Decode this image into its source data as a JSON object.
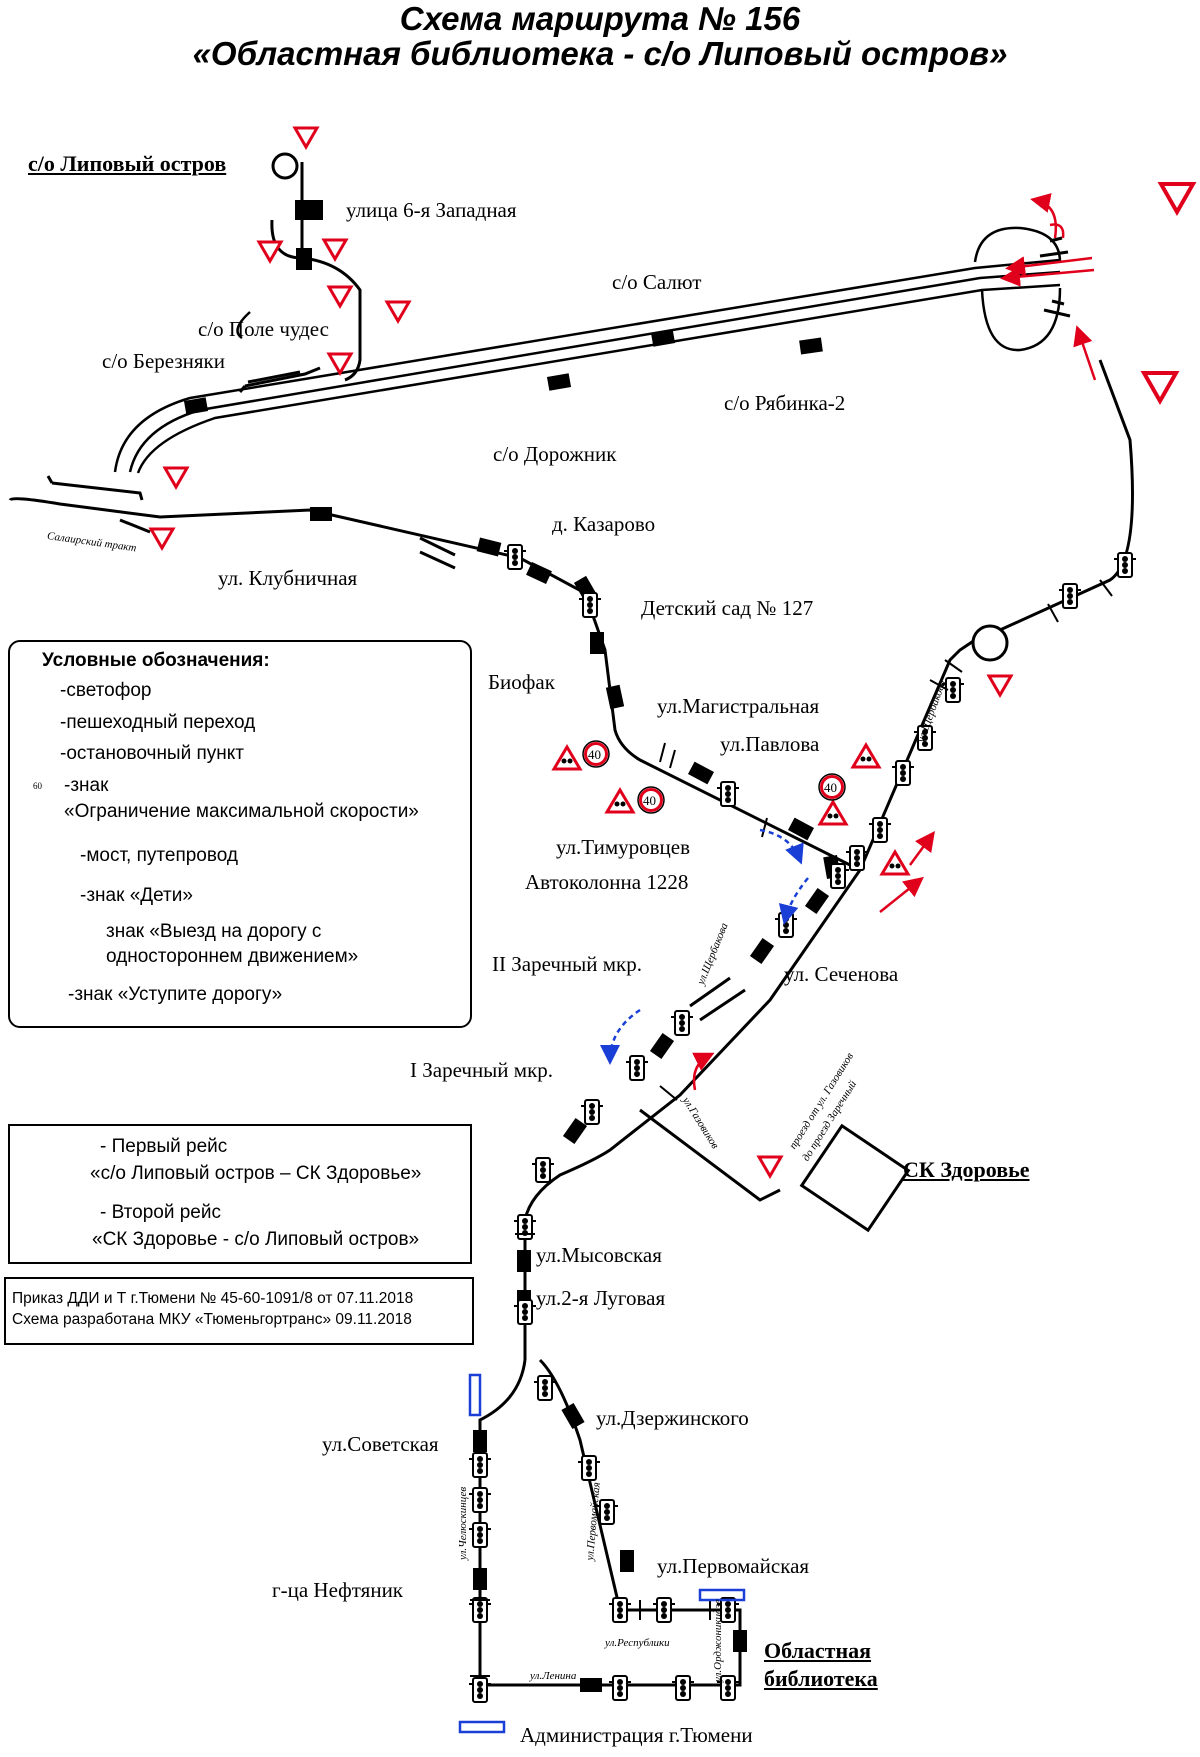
{
  "title": {
    "line1": "Схема маршрута № 156",
    "line2": "«Областная библиотека - с/о Липовый остров»"
  },
  "terminals": {
    "start": "с/о Липовый остров",
    "sk": "СК Здоровье",
    "library": "Областная библиотека"
  },
  "stops": {
    "zapadnaya": "улица 6-я Западная",
    "pole": "с/о Поле чудес",
    "beryozniki": "с/о Березняки",
    "salut": "с/о Салют",
    "dorozhnik": "с/о Дорожник",
    "ryabinka": "с/о Рябинка-2",
    "kazarovo": "д. Казарово",
    "klubnichnaya": "ул. Клубничная",
    "sad": "Детский сад № 127",
    "biofak": "Биофак",
    "magistralnaya": "ул.Магистральная",
    "pavlova": "ул.Павлова",
    "timurovtsev": "ул.Тимуровцев",
    "avtokolonna": "Автоколонна 1228",
    "zarechny2": "II Заречный мкр.",
    "sechenova": "ул. Сеченова",
    "zarechny1": "I Заречный мкр.",
    "mysovskaya": "ул.Мысовская",
    "lugovaya": "ул.2-я Луговая",
    "dzerzhinskogo": "ул.Дзержинского",
    "sovetskaya": "ул.Советская",
    "neftyanik": "г-ца Нефтяник",
    "pervomayskaya": "ул.Первомайская",
    "administration": "Администрация г.Тюмени"
  },
  "streets": {
    "salairsky": "Салаирский тракт",
    "shcherbakova_n": "ул.Щербакова",
    "shcherbakova_s": "ул.Щербакова",
    "gazovikov": "ул.Газовиков",
    "proezd1": "проезд от ул. Газовиков",
    "proezd2": "до проезд Заречный",
    "chelyuskintsev": "ул.Челюскинцев",
    "pervomayskaya": "ул.Первомайская",
    "respubliki": "ул.Республики",
    "ordzhonikidze": "ул.Орджоникидзе",
    "lenina": "ул.Ленина"
  },
  "speed_limit": "40",
  "legend": {
    "heading": "Условные обозначения:",
    "items": [
      "-светофор",
      "-пешеходный переход",
      "-остановочный пункт",
      "-знак",
      "«Ограничение максимальной скорости»",
      "-мост, путепровод",
      "-знак «Дети»",
      "знак «Выезд на дорогу с",
      "одностороннем движением»",
      "-знак «Уступите дорогу»"
    ],
    "sign_number": "60"
  },
  "trips": {
    "first_line1": "- Первый рейс",
    "first_line2": "«с/о Липовый остров – СК Здоровье»",
    "second_line1": "- Второй рейс",
    "second_line2": "«СК Здоровье - с/о Липовый остров»"
  },
  "order": {
    "line1": "Приказ ДДИ и Т г.Тюмени № 45-60-1091/8 от 07.11.2018",
    "line2": "Схема разработана МКУ «Тюменьгортранс» 09.11.2018"
  },
  "colors": {
    "sign_red": "#e0001b",
    "first_trip": "#1a3fd6",
    "second_trip": "#e0001b",
    "road": "#000000"
  }
}
